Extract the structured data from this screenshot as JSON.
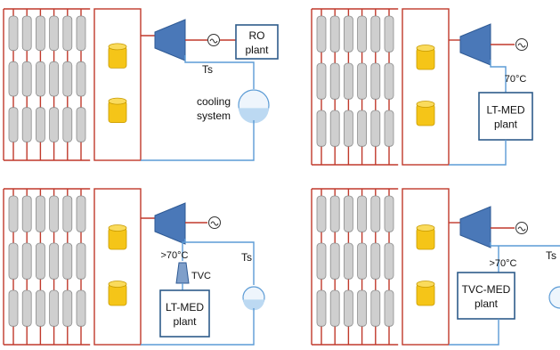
{
  "colors": {
    "steam_line": "#c0392b",
    "water_line": "#5b9bd5",
    "turbine_fill": "#4a78b8",
    "tank_fill": "#f5c518",
    "tank_stroke": "#c79a00",
    "collector_fill": "#cfcfcf",
    "collector_stroke": "#8c8c8c",
    "box_stroke": "#2e5c8a",
    "cooling_fill": "#bcd9f2"
  },
  "icons": {
    "generator": "tilde-in-circle",
    "tank": "yellow-cylinder",
    "turbine": "blue-trapezoid",
    "collector": "grey-tube"
  },
  "panels": [
    {
      "id": "ro",
      "plant_label_lines": [
        "RO",
        "plant"
      ],
      "line_label_ts": "Ts",
      "cooling_label_lines": [
        "cooling",
        "system"
      ]
    },
    {
      "id": "lt-med",
      "plant_label_lines": [
        "LT-MED",
        "plant"
      ],
      "temperature_label": "70°C"
    },
    {
      "id": "lt-med-tvc",
      "plant_label_lines": [
        "LT-MED",
        "plant"
      ],
      "temperature_label": ">70°C",
      "line_label_ts": "Ts",
      "tvc_label": "TVC"
    },
    {
      "id": "tvc-med",
      "plant_label_lines": [
        "TVC-MED",
        "plant"
      ],
      "temperature_label": ">70°C",
      "line_label_ts": "Ts"
    }
  ]
}
